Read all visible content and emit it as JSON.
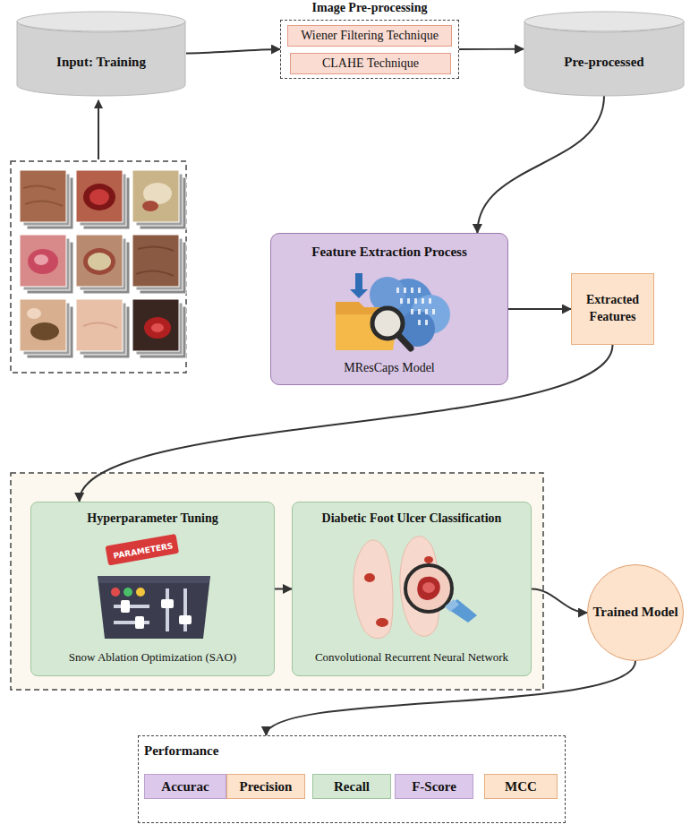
{
  "diagram": {
    "nodes": [
      {
        "text": [
          "Input: Training"
        ]
      },
      {
        "text": [
          "Image Pre-processing"
        ]
      },
      {
        "text": [
          "Wiener Filtering Technique"
        ],
        "in": 1
      },
      {
        "text": [
          "CLAHE Technique"
        ],
        "in": 1
      },
      {
        "text": [
          "Pre-processed"
        ]
      },
      {
        "text": [
          "Feature Extraction Process",
          "MResCaps Model"
        ]
      },
      {
        "text": [
          "Extracted Features"
        ]
      },
      {
        "text": [
          "Hyperparameter Tuning",
          "Snow Ablation Optimization (SAO)"
        ]
      },
      {
        "text": [
          "Diabetic Foot Ulcer Classification",
          "Convolutional Recurrent Neural Network"
        ]
      },
      {
        "text": [
          "Trained Model"
        ]
      },
      {
        "text": [
          "Performance"
        ]
      },
      {
        "text": [
          "Accurac"
        ],
        "in": 10
      },
      {
        "text": [
          "Precision"
        ],
        "in": 10
      },
      {
        "text": [
          "Recall"
        ],
        "in": 10
      },
      {
        "text": [
          "F-Score"
        ],
        "in": 10
      },
      {
        "text": [
          "MCC"
        ],
        "in": 10
      }
    ],
    "edges": [
      {
        "from": 0,
        "to": 1,
        "arrow": "to"
      },
      {
        "from": 1,
        "to": 4,
        "arrow": "to"
      },
      {
        "from": 4,
        "to": 5,
        "arrow": "to"
      },
      {
        "from": 5,
        "to": 6,
        "arrow": "to"
      },
      {
        "from": 6,
        "to": 7,
        "arrow": "to"
      },
      {
        "from": 7,
        "to": 8,
        "arrow": "to"
      },
      {
        "from": 8,
        "to": 9,
        "arrow": "to"
      },
      {
        "from": 9,
        "to": 10,
        "arrow": "to"
      }
    ],
    "labels": [
      "PARAMETERS"
    ]
  }
}
